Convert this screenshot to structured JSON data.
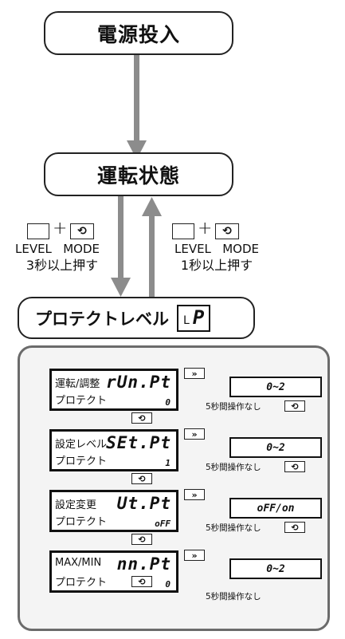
{
  "power_on": "電源投入",
  "operation_state": "運転状態",
  "protect_level": {
    "label": "プロテクトレベル",
    "code_l": "L",
    "code_p": "P"
  },
  "left_keys": {
    "level": "LEVEL",
    "mode": "MODE",
    "instruction": "3秒以上押す"
  },
  "right_keys": {
    "level": "LEVEL",
    "mode": "MODE",
    "instruction": "1秒以上押す"
  },
  "mode_key_glyph": "⟲",
  "advance_key_glyph": "»",
  "timeout_note": "5秒間操作なし",
  "params": [
    {
      "line1": "運転/調整",
      "line2": "プロテクト",
      "code": "rUn.Pt",
      "value": "0",
      "range": "0~2"
    },
    {
      "line1": "設定レベル",
      "line2": "プロテクト",
      "code": "SEt.Pt",
      "value": "1",
      "range": "0~2"
    },
    {
      "line1": "設定変更",
      "line2": "プロテクト",
      "code": "Ut.Pt",
      "value": "oFF",
      "range": "oFF/on"
    },
    {
      "line1": "MAX/MIN",
      "line2": "プロテクト",
      "code": "nn.Pt",
      "value": "0",
      "range": "0~2"
    }
  ]
}
